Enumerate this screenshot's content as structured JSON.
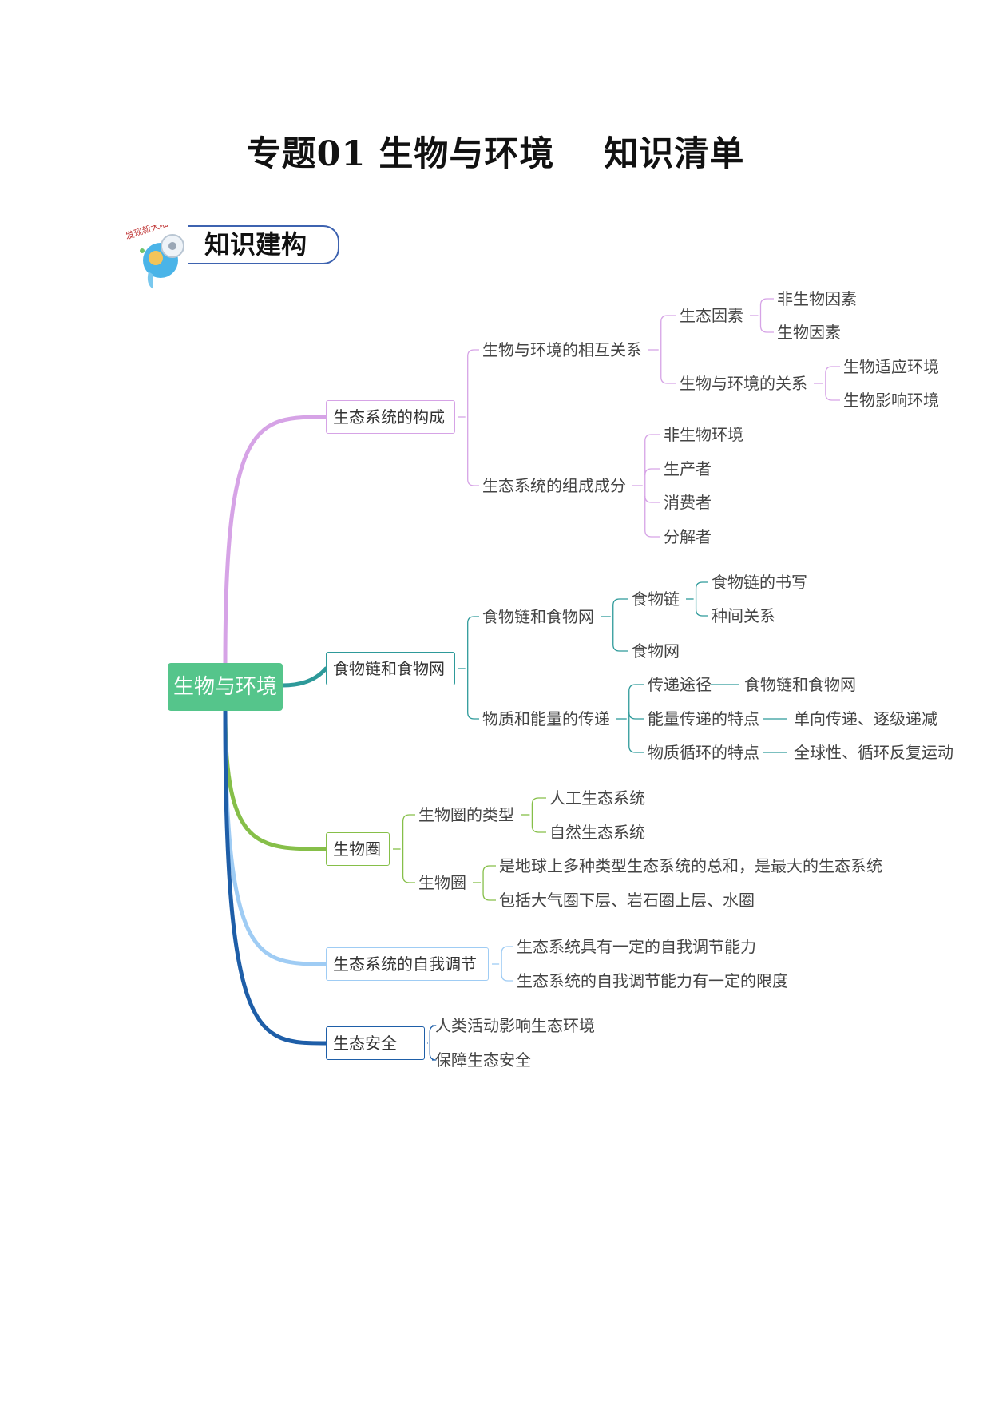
{
  "page": {
    "title_part1": "专题01  生物与环境",
    "title_part2": "知识清单",
    "badge_text": "知识建构",
    "badge_art_text": "发现新大陆"
  },
  "mindmap": {
    "root": "生物与环境",
    "branches": [
      {
        "label": "生态系统的构成",
        "color": "#d6a3e6",
        "children": [
          {
            "label": "生物与环境的相互关系",
            "children": [
              {
                "label": "生态因素",
                "children": [
                  {
                    "label": "非生物因素"
                  },
                  {
                    "label": "生物因素"
                  }
                ]
              },
              {
                "label": "生物与环境的关系",
                "children": [
                  {
                    "label": "生物适应环境"
                  },
                  {
                    "label": "生物影响环境"
                  }
                ]
              }
            ]
          },
          {
            "label": "生态系统的组成成分",
            "children": [
              {
                "label": "非生物环境"
              },
              {
                "label": "生产者"
              },
              {
                "label": "消费者"
              },
              {
                "label": "分解者"
              }
            ]
          }
        ]
      },
      {
        "label": "食物链和食物网",
        "color": "#2e9a9a",
        "children": [
          {
            "label": "食物链和食物网",
            "children": [
              {
                "label": "食物链",
                "children": [
                  {
                    "label": "食物链的书写"
                  },
                  {
                    "label": "种间关系"
                  }
                ]
              },
              {
                "label": "食物网"
              }
            ]
          },
          {
            "label": "物质和能量的传递",
            "children": [
              {
                "label": "传递途径",
                "children": [
                  {
                    "label": "食物链和食物网"
                  }
                ]
              },
              {
                "label": "能量传递的特点",
                "children": [
                  {
                    "label": "单向传递、逐级递减"
                  }
                ]
              },
              {
                "label": "物质循环的特点",
                "children": [
                  {
                    "label": "全球性、循环反复运动"
                  }
                ]
              }
            ]
          }
        ]
      },
      {
        "label": "生物圈",
        "color": "#86bf49",
        "children": [
          {
            "label": "生物圈的类型",
            "children": [
              {
                "label": "人工生态系统"
              },
              {
                "label": "自然生态系统"
              }
            ]
          },
          {
            "label": "生物圈",
            "children": [
              {
                "label": "是地球上多种类型生态系统的总和，是最大的生态系统"
              },
              {
                "label": "包括大气圈下层、岩石圈上层、水圈"
              }
            ]
          }
        ]
      },
      {
        "label": "生态系统的自我调节",
        "color": "#9fccf4",
        "children": [
          {
            "label": "生态系统具有一定的自我调节能力"
          },
          {
            "label": "生态系统的自我调节能力有一定的限度"
          }
        ]
      },
      {
        "label": "生态安全",
        "color": "#1e5ea8",
        "children": [
          {
            "label": "人类活动影响生态环境"
          },
          {
            "label": "保障生态安全"
          }
        ]
      }
    ]
  },
  "colors": {
    "root_fill": "#55c58b",
    "badge_border": "#3e63b0"
  }
}
